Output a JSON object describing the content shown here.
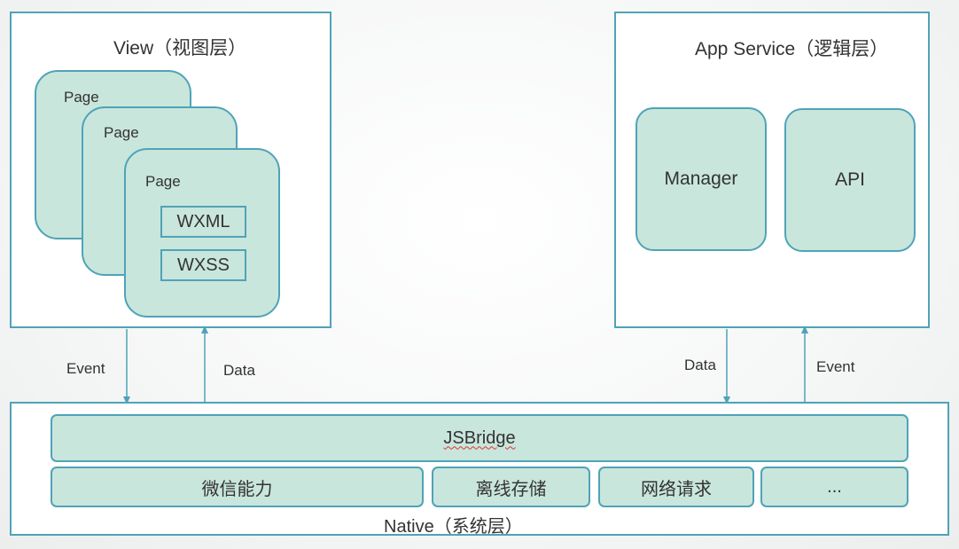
{
  "view_panel": {
    "title": "View（视图层）",
    "pages": [
      "Page",
      "Page",
      "Page"
    ],
    "page_items": [
      "WXML",
      "WXSS"
    ]
  },
  "app_service_panel": {
    "title": "App Service（逻辑层）",
    "boxes": [
      "Manager",
      "API"
    ]
  },
  "arrows": {
    "view_event": "Event",
    "view_data": "Data",
    "app_data": "Data",
    "app_event": "Event"
  },
  "native_panel": {
    "title": "Native（系统层）",
    "bridge": "JSBridge",
    "capabilities": [
      "微信能力",
      "离线存储",
      "网络请求",
      "..."
    ]
  },
  "colors": {
    "border": "#4fa3b8",
    "fill": "#c9e6dc",
    "arrow": "#4fa3b8"
  }
}
